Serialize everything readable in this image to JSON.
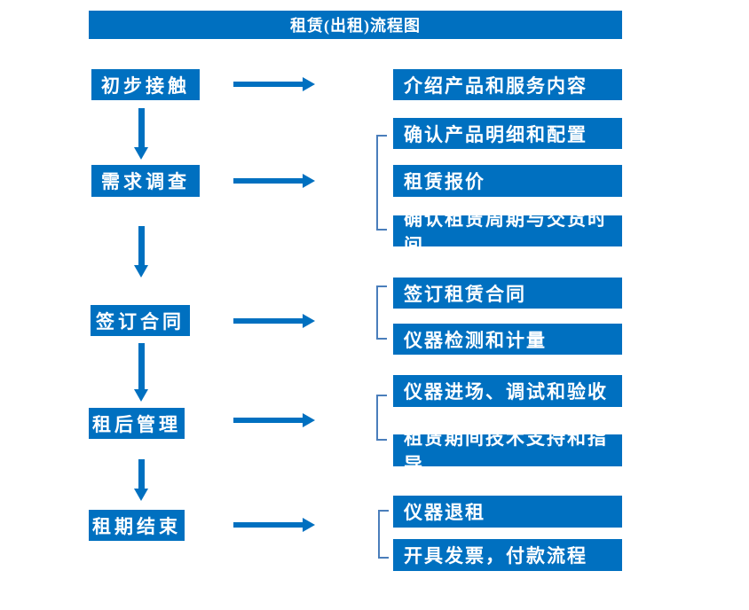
{
  "title": "租赁(出租)流程图",
  "colors": {
    "primary": "#0070C0",
    "bracket": "#4A7EBB",
    "text": "#FFFFFF",
    "background": "#FFFFFF"
  },
  "steps": [
    {
      "label": "初步接触",
      "outputs": [
        "介绍产品和服务内容"
      ]
    },
    {
      "label": "需求调查",
      "outputs": [
        "确认产品明细和配置",
        "租赁报价",
        "确认租赁周期与交货时间"
      ]
    },
    {
      "label": "签订合同",
      "outputs": [
        "签订租赁合同",
        "仪器检测和计量"
      ]
    },
    {
      "label": "租后管理",
      "outputs": [
        "仪器进场、调试和验收",
        "租赁期间技术支持和指导"
      ]
    },
    {
      "label": "租期结束",
      "outputs": [
        "仪器退租",
        "开具发票，付款流程"
      ]
    }
  ]
}
